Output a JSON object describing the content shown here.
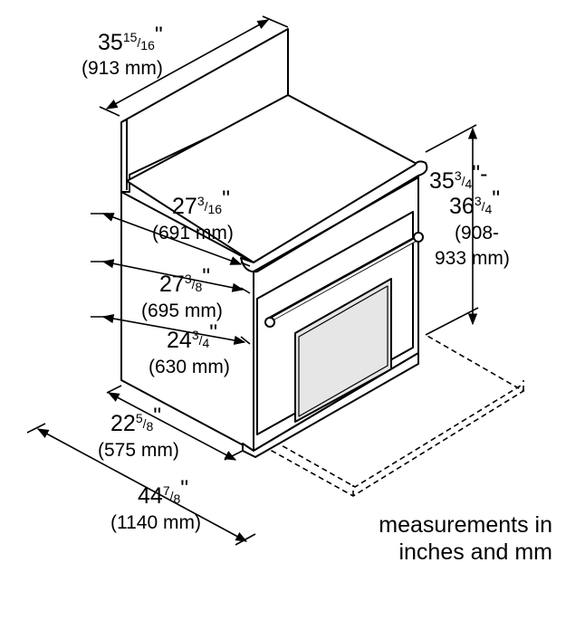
{
  "colors": {
    "stroke": "#000000",
    "fill": "#ffffff",
    "oven_window": "#e6e6e6"
  },
  "dimensions": {
    "width": {
      "whole": "35",
      "num": "15",
      "den": "16",
      "mark": "\"",
      "mm": "(913 mm)"
    },
    "height": {
      "whole1": "35",
      "num1": "3",
      "den1": "4",
      "mark1": "\"-",
      "whole2": "36",
      "num2": "3",
      "den2": "4",
      "mark2": "\"",
      "mm1": "(908-",
      "mm2": "933 mm)"
    },
    "depth1": {
      "whole": "27",
      "num": "3",
      "den": "16",
      "mark": "\"",
      "mm": "(691 mm)"
    },
    "depth2": {
      "whole": "27",
      "num": "3",
      "den": "8",
      "mark": "\"",
      "mm": "(695 mm)"
    },
    "depth3": {
      "whole": "24",
      "num": "3",
      "den": "4",
      "mark": "\"",
      "mm": "(630 mm)"
    },
    "depth4": {
      "whole": "22",
      "num": "5",
      "den": "8",
      "mark": "\"",
      "mm": "(575 mm)"
    },
    "clearance": {
      "whole": "44",
      "num": "7",
      "den": "8",
      "mark": "\"",
      "mm": "(1140 mm)"
    }
  },
  "note": {
    "line1": "measurements in",
    "line2": "inches and mm"
  }
}
